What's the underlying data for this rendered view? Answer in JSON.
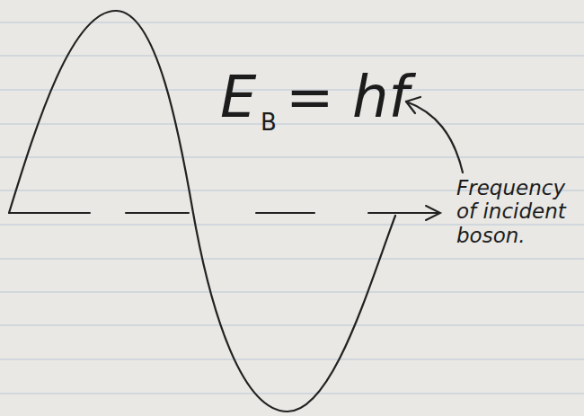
{
  "diagram": {
    "labels": [
      "E",
      "B",
      "= hf",
      "Frequency of incident boson."
    ]
  }
}
